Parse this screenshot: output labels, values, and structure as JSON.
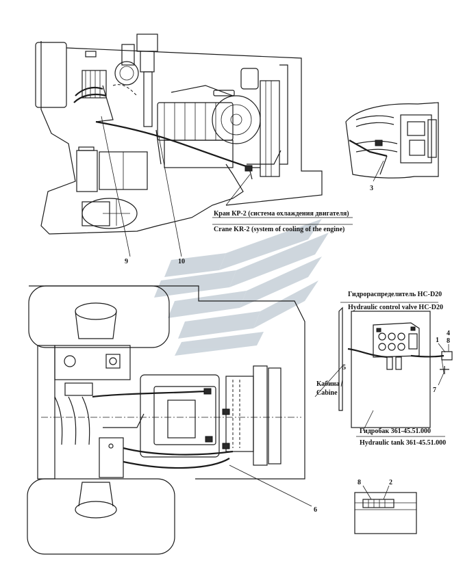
{
  "crane_label_ru": "Кран КР-2 (система охлаждения двигателя)",
  "crane_label_en": "Crane KR-2 (system of cooling of the engine)",
  "valve_label_ru": "Гидрораспределитель НС-D20",
  "valve_label_en": "Hydraulic control valve HC-D20",
  "tank_label_ru": "Гидробак 361-45.51.000",
  "tank_label_en": "Hydraulic tank 361-45.51.000",
  "cabin_label_ru": "Кабина",
  "cabin_label_en": "Cabine",
  "callouts": {
    "n1": "1",
    "n2": "2",
    "n3": "3",
    "n4": "4",
    "n5": "5",
    "n6": "6",
    "n7": "7",
    "n8a": "8",
    "n8b": "8",
    "n9": "9",
    "n10": "10"
  },
  "colors": {
    "watermark": "#c6d0d8",
    "ink": "#1a1a1a"
  }
}
